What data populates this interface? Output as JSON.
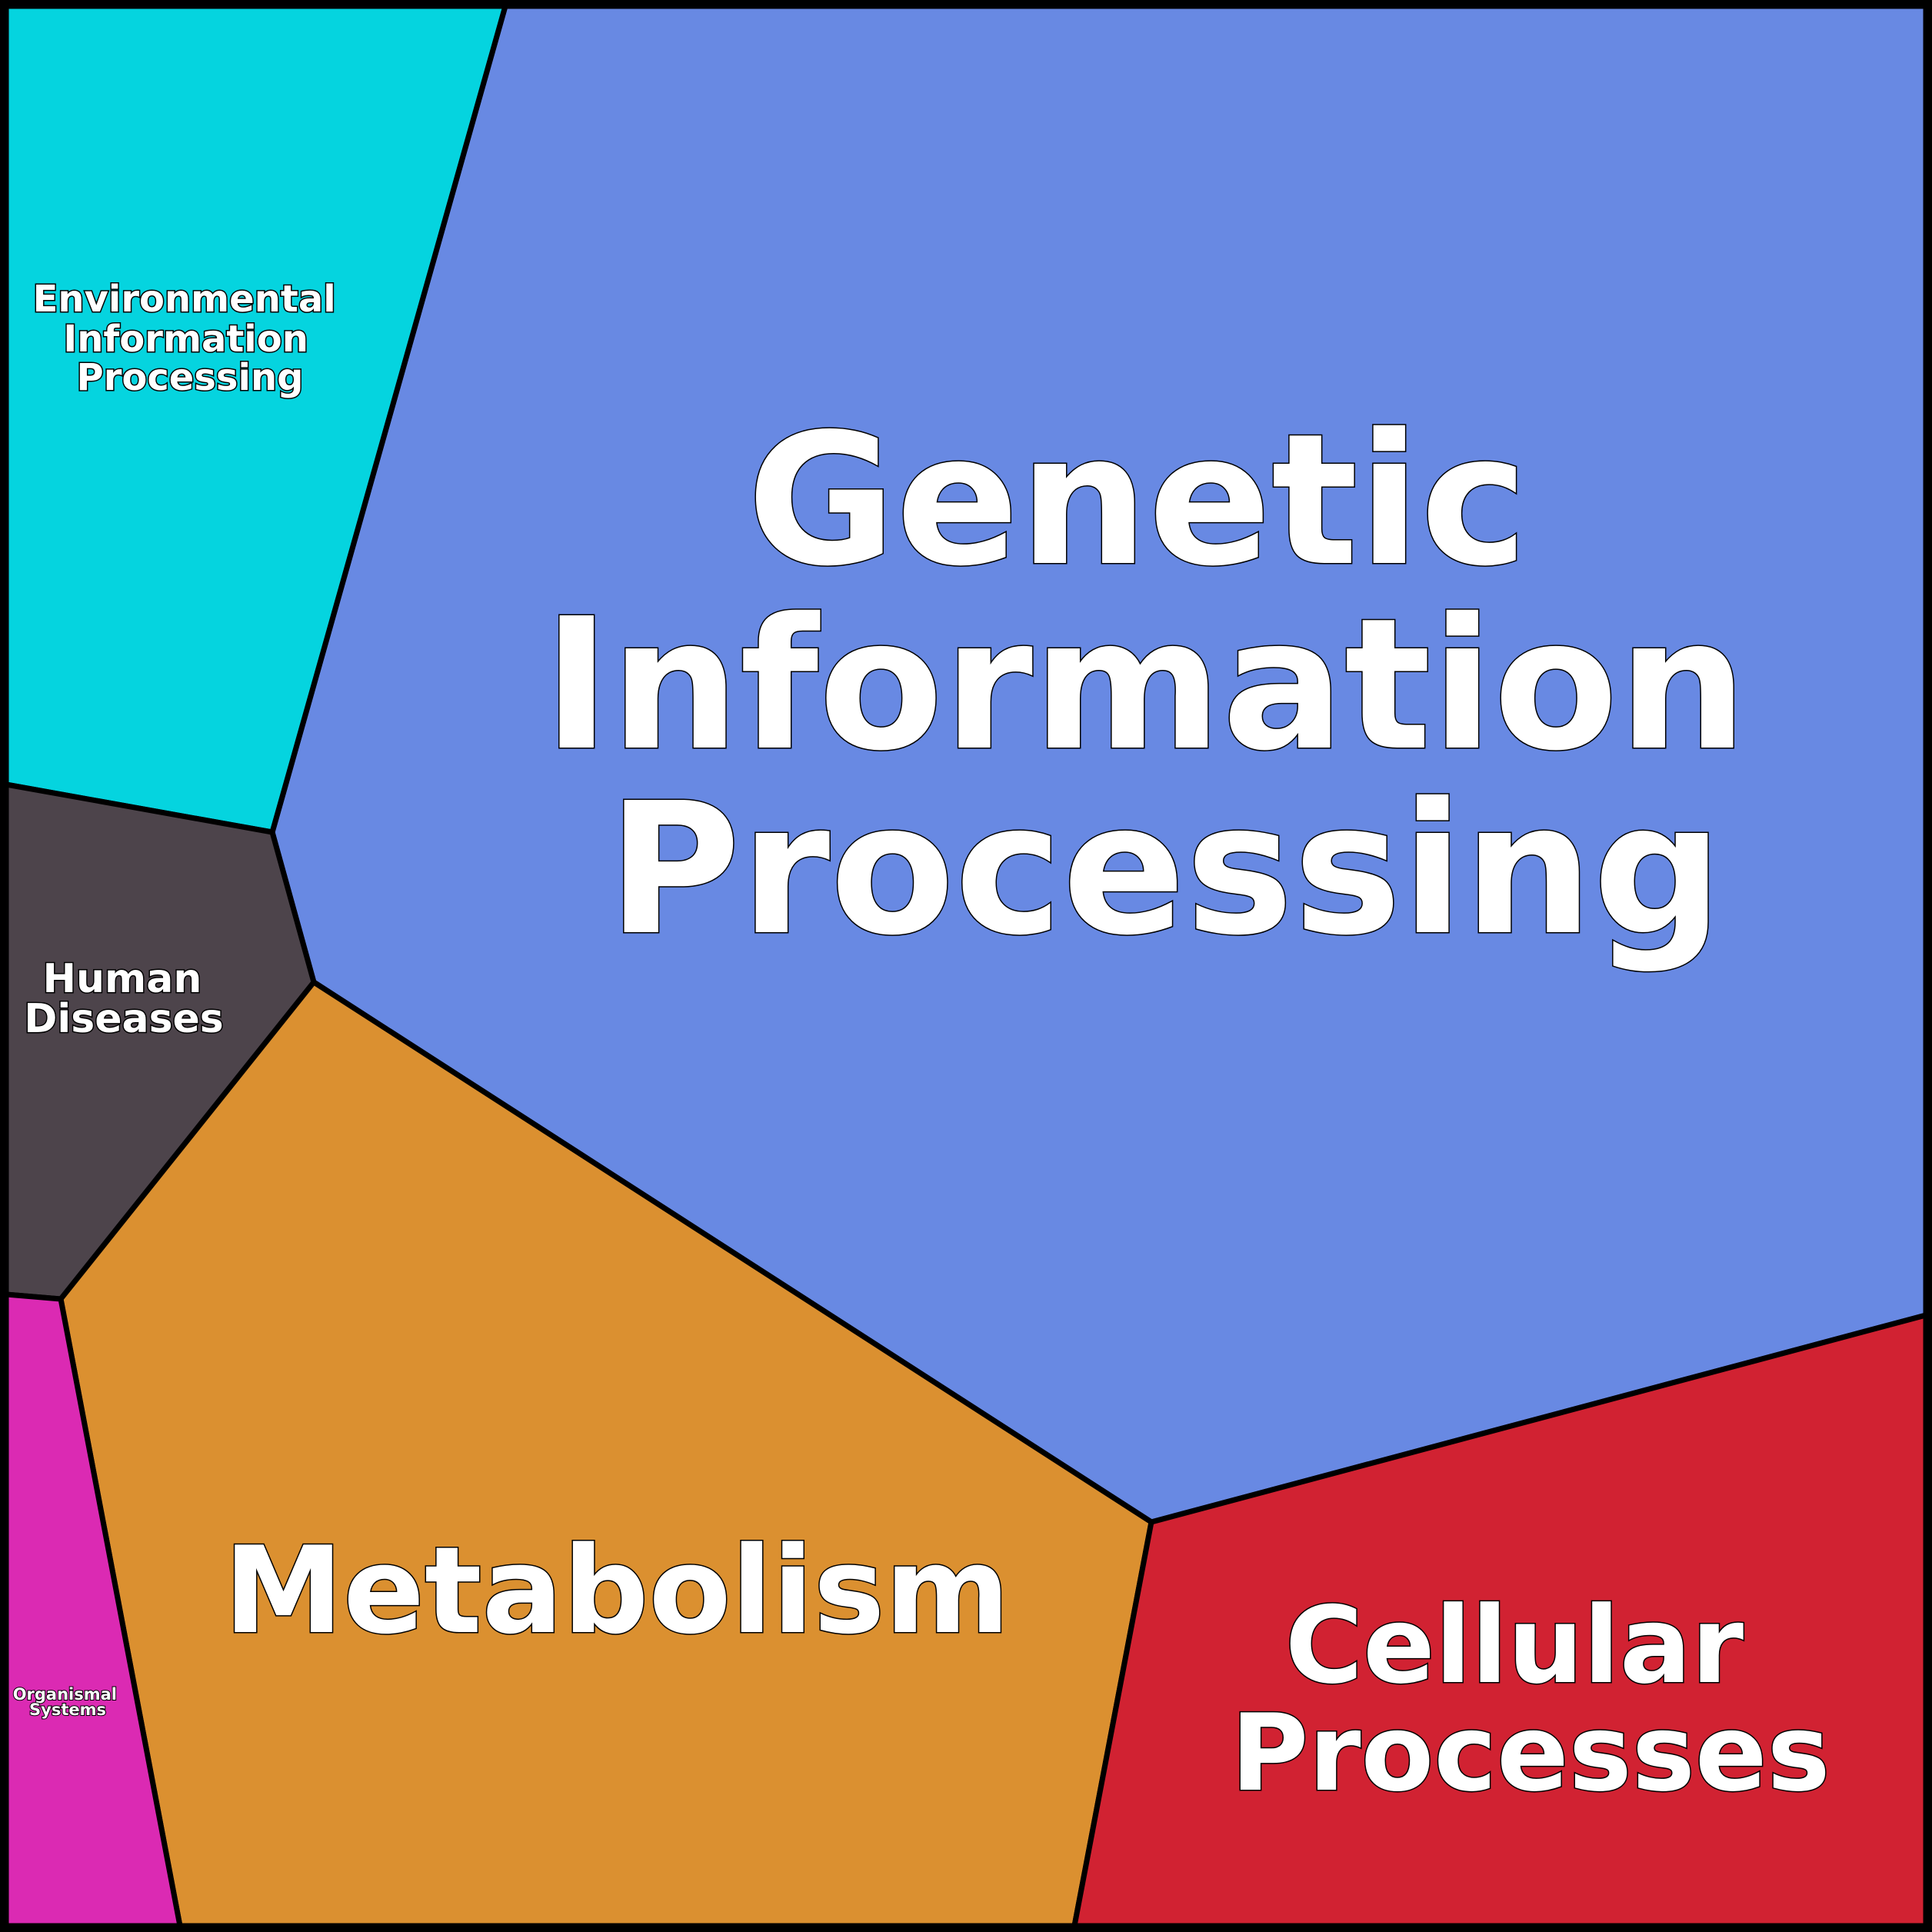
{
  "diagram": {
    "cells": [
      {
        "id": "genetic",
        "lines": [
          "Genetic",
          "Information",
          "Processing"
        ],
        "color": "#6889e3"
      },
      {
        "id": "environmental",
        "lines": [
          "Environmental",
          "Information",
          "Processing"
        ],
        "color": "#05d4df"
      },
      {
        "id": "human",
        "lines": [
          "Human",
          "Diseases"
        ],
        "color": "#4d444b"
      },
      {
        "id": "metabolism",
        "lines": [
          "Metabolism"
        ],
        "color": "#db9030"
      },
      {
        "id": "cellular",
        "lines": [
          "Cellular",
          "Processes"
        ],
        "color": "#d12232"
      },
      {
        "id": "organismal",
        "lines": [
          "Organismal",
          "Systems"
        ],
        "color": "#db2ab3"
      }
    ]
  }
}
